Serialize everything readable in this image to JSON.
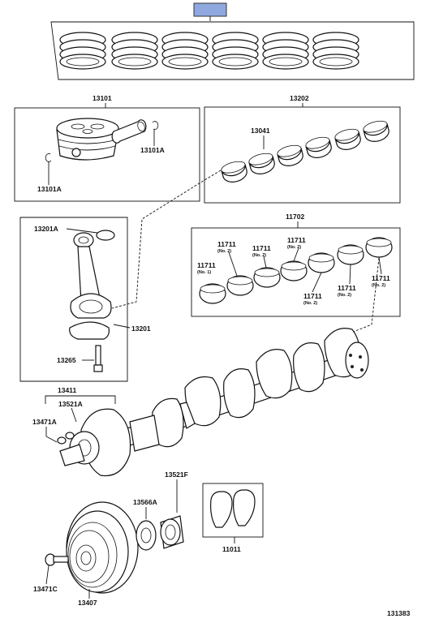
{
  "labels": {
    "piston_pin": "13101",
    "pin_clip_right": "13101A",
    "pin_clip_left": "13101A",
    "rod_bearing_set": "13202",
    "rod_bearing": "13041",
    "rod_bushing": "13201A",
    "connecting_rod": "13201",
    "rod_bolt": "13265",
    "main_bearing_set": "11702",
    "main_bearing_no2_left": "11711",
    "main_bearing_no2_left_sub": "(No. 2)",
    "main_bearing_no2_mid": "11711",
    "main_bearing_no2_mid_sub": "(No. 2)",
    "main_bearing_no2_top": "11711",
    "main_bearing_no2_top_sub": "(No. 2)",
    "main_bearing_no1": "11711",
    "main_bearing_no1_sub": "(No. 1)",
    "main_bearing_no2_bot": "11711",
    "main_bearing_no2_bot_sub": "(No. 2)",
    "main_bearing_no2_right": "11711",
    "main_bearing_no2_right_sub": "(No. 2)",
    "main_bearing_no2_far": "11711",
    "main_bearing_no2_far_sub": "(No. 2)",
    "crankshaft": "13411",
    "crank_key": "13521A",
    "crank_plug": "13471A",
    "timing_gear": "13521F",
    "crank_sensor_plate": "13566A",
    "thrust_washer": "11011",
    "pulley_bolt": "13471C",
    "damper_pulley": "13407",
    "illustration_id": "131383"
  },
  "colors": {
    "ink": "#111111",
    "highlight_box": "#8fa9e0"
  }
}
